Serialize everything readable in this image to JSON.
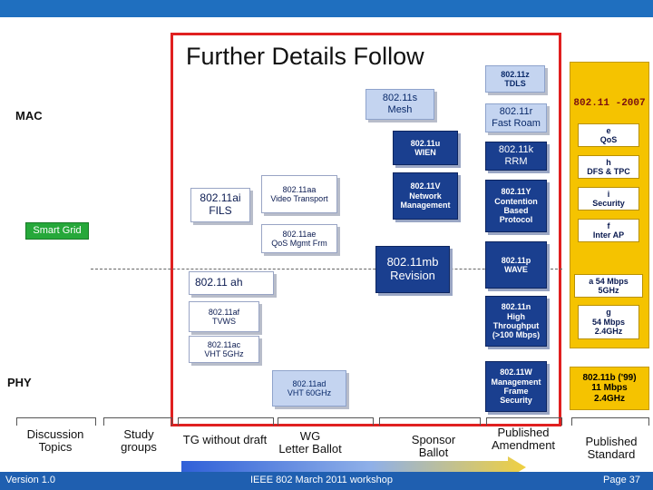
{
  "title": "Further Details Follow",
  "labels": {
    "mac": "MAC",
    "phy": "PHY",
    "smart_grid": "Smart Grid"
  },
  "groups": {
    "s80211s": "802.11s\nMesh",
    "s80211u": "802.11u\nWIEN",
    "s80211v": "802.11V\nNetwork\nManagement",
    "s80211aa": "802.11aa\nVideo Transport",
    "s80211ai": "802.11ai\nFILS",
    "s80211ae": "802.11ae\nQoS Mgmt Frm",
    "s80211mb": "802.11mb\nRevision",
    "s80211ah": "802.11 ah",
    "s80211af": "802.11af\nTVWS",
    "s80211ac": "802.11ac\nVHT 5GHz",
    "s80211ad": "802.11ad\nVHT 60GHz",
    "s80211z": "802.11z\nTDLS",
    "s80211r": "802.11r\nFast Roam",
    "s80211k": "802.11k\nRRM",
    "s80211y": "802.11Y\nContention\nBased\nProtocol",
    "s80211p": "802.11p\nWAVE",
    "s80211n": "802.11n\nHigh\nThroughput\n(>100 Mbps)",
    "s80211w": "802.11W\nManagement\nFrame\nSecurity"
  },
  "standard": {
    "title": "802.11 -2007",
    "items": [
      "e\nQoS",
      "h\nDFS & TPC",
      "i\nSecurity",
      "f\nInter AP",
      "a 54 Mbps\n5GHz",
      "g\n54 Mbps\n2.4GHz"
    ],
    "b": "802.11b ('99)\n11 Mbps\n2.4GHz"
  },
  "stages": {
    "discussion": "Discussion\nTopics",
    "study": "Study\ngroups",
    "tg": "TG without draft",
    "wg": "WG\nLetter Ballot",
    "sponsor": "Sponsor\nBallot",
    "amendment": "Published\nAmendment",
    "standard": "Published\nStandard"
  },
  "footer": {
    "version": "Version 1.0",
    "workshop": "IEEE 802 March 2011 workshop",
    "page": "Page 37"
  },
  "colors": {
    "highlight": "#e02020",
    "bar": "#1f6fbf",
    "gold": "#f5c300",
    "green": "#26a83a",
    "blue": "#1a3f8f"
  }
}
